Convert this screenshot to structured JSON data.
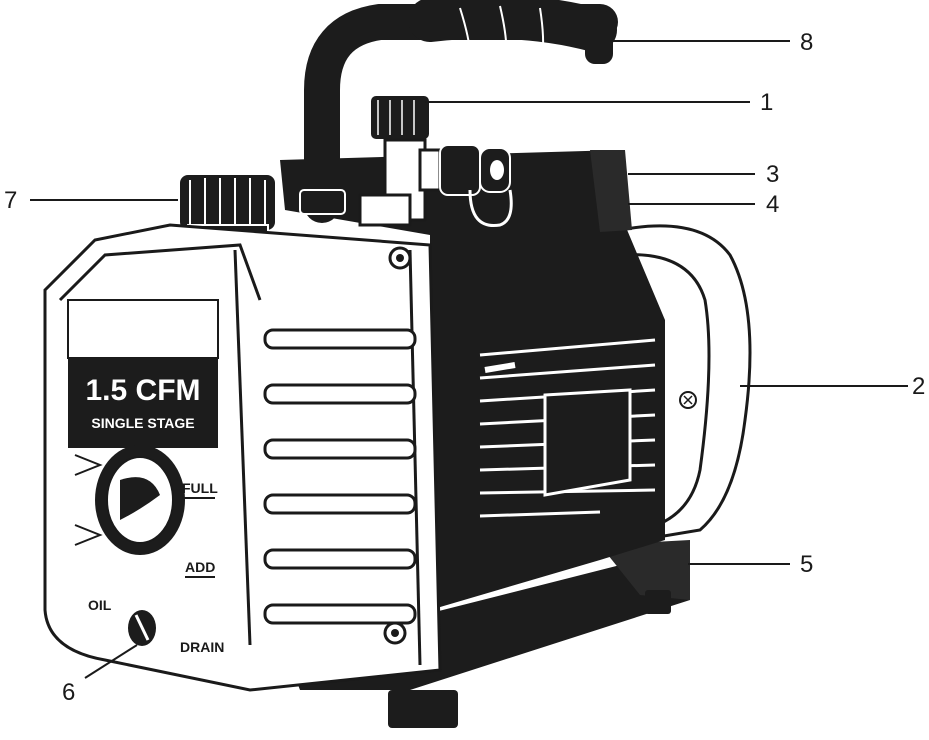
{
  "panel": {
    "model": "1.5 CFM",
    "stage": "SINGLE STAGE",
    "full_label": "FULL",
    "add_label": "ADD",
    "oil_label": "OIL",
    "drain_label": "DRAIN"
  },
  "callouts": [
    "8",
    "1",
    "3",
    "4",
    "2",
    "5",
    "7",
    "6"
  ],
  "colors": {
    "ink": "#1a1a1a",
    "body": "#ffffff",
    "dark": "#1c1c1c"
  }
}
